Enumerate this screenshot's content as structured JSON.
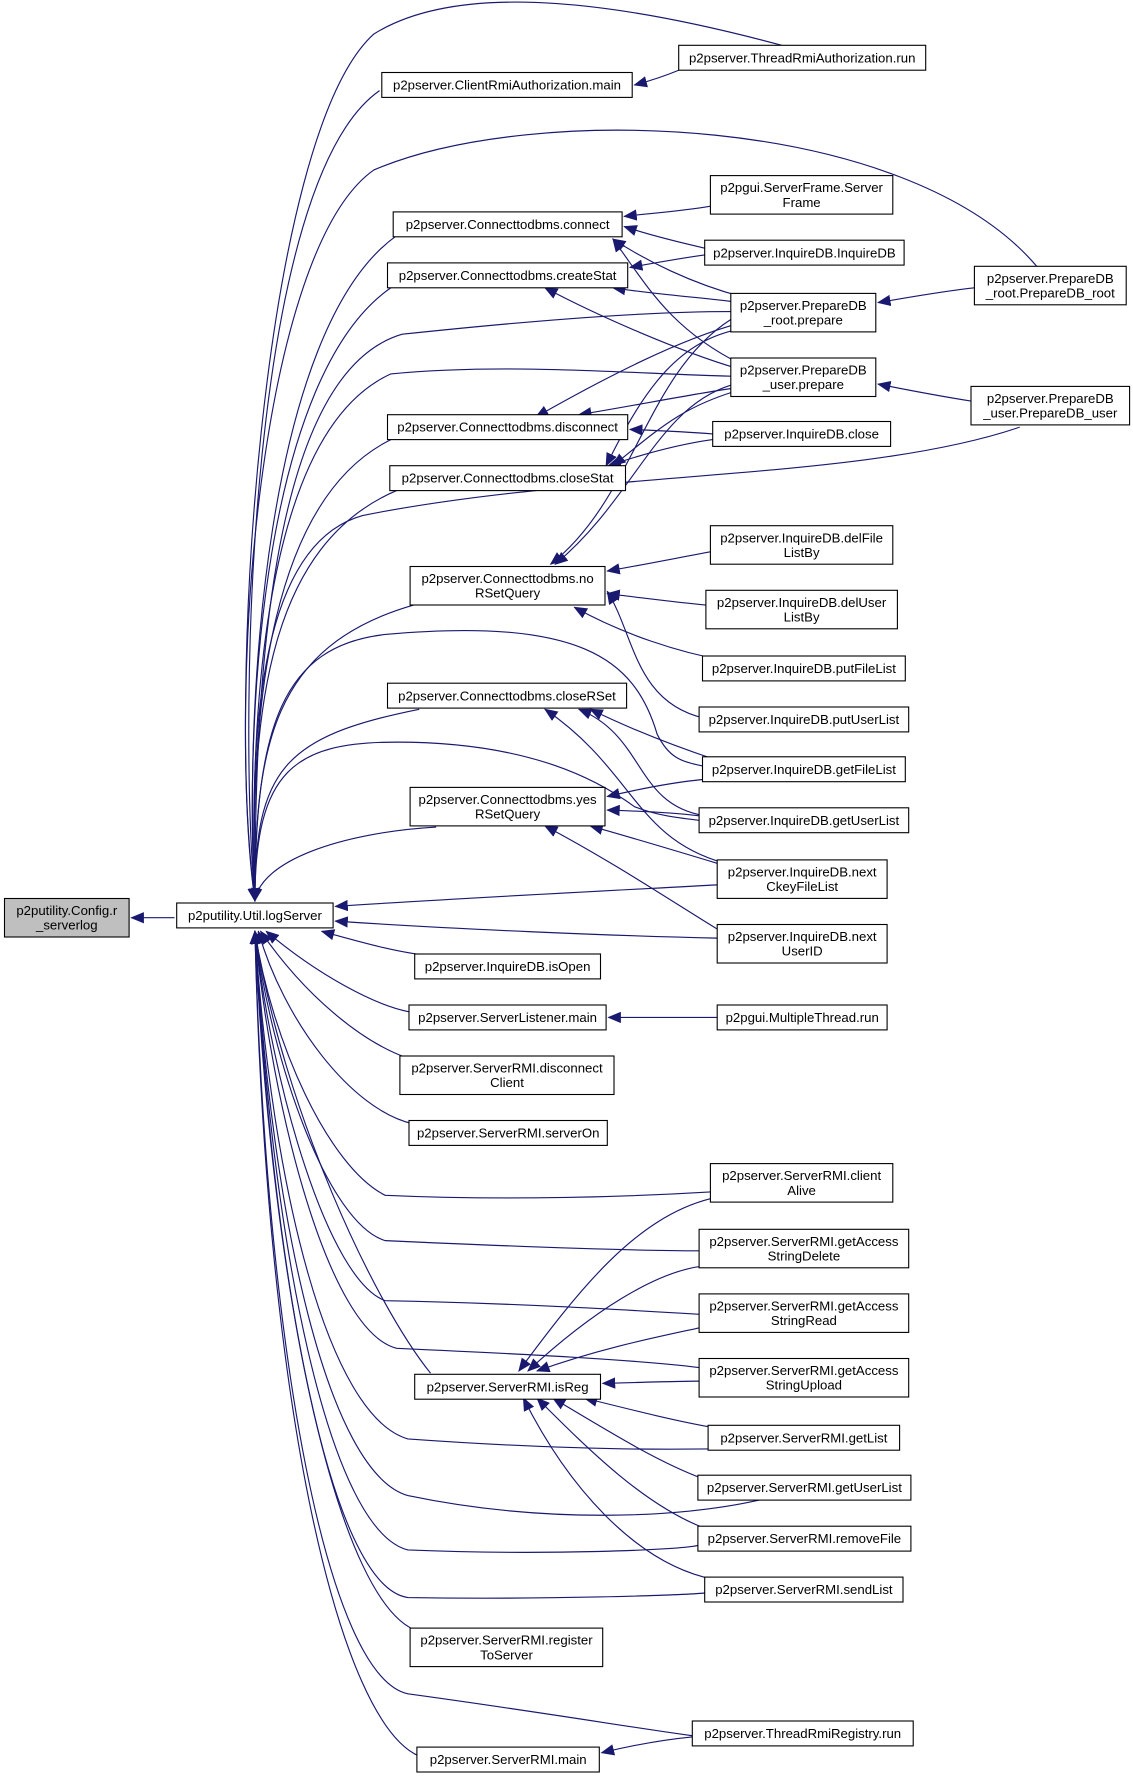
{
  "diagram": {
    "title": "",
    "colors": {
      "edge": "#191970",
      "root_fill": "#bfbfbf",
      "node_fill": "#ffffff",
      "node_border": "#000000"
    },
    "nodes": [
      {
        "id": "root",
        "lines": [
          "p2putility.Config.r",
          "_serverlog"
        ],
        "highlight": true
      },
      {
        "id": "logServer",
        "lines": [
          "p2putility.Util.logServer"
        ]
      },
      {
        "id": "tra_run",
        "lines": [
          "p2pserver.ThreadRmiAuthorization.run"
        ]
      },
      {
        "id": "cra_main",
        "lines": [
          "p2pserver.ClientRmiAuthorization.main"
        ]
      },
      {
        "id": "sf_frame",
        "lines": [
          "p2pgui.ServerFrame.Server",
          "Frame"
        ]
      },
      {
        "id": "connect",
        "lines": [
          "p2pserver.Connecttodbms.connect"
        ]
      },
      {
        "id": "idb_ctor",
        "lines": [
          "p2pserver.InquireDB.InquireDB"
        ]
      },
      {
        "id": "createStat",
        "lines": [
          "p2pserver.Connecttodbms.createStat"
        ]
      },
      {
        "id": "pdr_prepare",
        "lines": [
          "p2pserver.PrepareDB",
          "_root.prepare"
        ]
      },
      {
        "id": "pdr_ctor",
        "lines": [
          "p2pserver.PrepareDB",
          "_root.PrepareDB_root"
        ]
      },
      {
        "id": "pdu_prepare",
        "lines": [
          "p2pserver.PrepareDB",
          "_user.prepare"
        ]
      },
      {
        "id": "pdu_ctor",
        "lines": [
          "p2pserver.PrepareDB",
          "_user.PrepareDB_user"
        ]
      },
      {
        "id": "disconnect",
        "lines": [
          "p2pserver.Connecttodbms.disconnect"
        ]
      },
      {
        "id": "idb_close",
        "lines": [
          "p2pserver.InquireDB.close"
        ]
      },
      {
        "id": "closeStat",
        "lines": [
          "p2pserver.Connecttodbms.closeStat"
        ]
      },
      {
        "id": "noRSetQuery",
        "lines": [
          "p2pserver.Connecttodbms.no",
          "RSetQuery"
        ]
      },
      {
        "id": "delFile",
        "lines": [
          "p2pserver.InquireDB.delFile",
          "ListBy"
        ]
      },
      {
        "id": "delUser",
        "lines": [
          "p2pserver.InquireDB.delUser",
          "ListBy"
        ]
      },
      {
        "id": "putFile",
        "lines": [
          "p2pserver.InquireDB.putFileList"
        ]
      },
      {
        "id": "putUser",
        "lines": [
          "p2pserver.InquireDB.putUserList"
        ]
      },
      {
        "id": "closeRSet",
        "lines": [
          "p2pserver.Connecttodbms.closeRSet"
        ]
      },
      {
        "id": "getFile",
        "lines": [
          "p2pserver.InquireDB.getFileList"
        ]
      },
      {
        "id": "yesRSetQuery",
        "lines": [
          "p2pserver.Connecttodbms.yes",
          "RSetQuery"
        ]
      },
      {
        "id": "getUser",
        "lines": [
          "p2pserver.InquireDB.getUserList"
        ]
      },
      {
        "id": "nextCkey",
        "lines": [
          "p2pserver.InquireDB.next",
          "CkeyFileList"
        ]
      },
      {
        "id": "nextUser",
        "lines": [
          "p2pserver.InquireDB.next",
          "UserID"
        ]
      },
      {
        "id": "isOpen",
        "lines": [
          "p2pserver.InquireDB.isOpen"
        ]
      },
      {
        "id": "sl_main",
        "lines": [
          "p2pserver.ServerListener.main"
        ]
      },
      {
        "id": "mt_run",
        "lines": [
          "p2pgui.MultipleThread.run"
        ]
      },
      {
        "id": "disconnectClient",
        "lines": [
          "p2pserver.ServerRMI.disconnect",
          "Client"
        ]
      },
      {
        "id": "serverOn",
        "lines": [
          "p2pserver.ServerRMI.serverOn"
        ]
      },
      {
        "id": "clientAlive",
        "lines": [
          "p2pserver.ServerRMI.client",
          "Alive"
        ]
      },
      {
        "id": "gasDelete",
        "lines": [
          "p2pserver.ServerRMI.getAccess",
          "StringDelete"
        ]
      },
      {
        "id": "gasRead",
        "lines": [
          "p2pserver.ServerRMI.getAccess",
          "StringRead"
        ]
      },
      {
        "id": "isReg",
        "lines": [
          "p2pserver.ServerRMI.isReg"
        ]
      },
      {
        "id": "gasUpload",
        "lines": [
          "p2pserver.ServerRMI.getAccess",
          "StringUpload"
        ]
      },
      {
        "id": "getList",
        "lines": [
          "p2pserver.ServerRMI.getList"
        ]
      },
      {
        "id": "srmi_getUser",
        "lines": [
          "p2pserver.ServerRMI.getUserList"
        ]
      },
      {
        "id": "removeFile",
        "lines": [
          "p2pserver.ServerRMI.removeFile"
        ]
      },
      {
        "id": "sendList",
        "lines": [
          "p2pserver.ServerRMI.sendList"
        ]
      },
      {
        "id": "registerToServer",
        "lines": [
          "p2pserver.ServerRMI.register",
          "ToServer"
        ]
      },
      {
        "id": "trr_run",
        "lines": [
          "p2pserver.ThreadRmiRegistry.run"
        ]
      },
      {
        "id": "srmi_main",
        "lines": [
          "p2pserver.ServerRMI.main"
        ]
      }
    ]
  }
}
